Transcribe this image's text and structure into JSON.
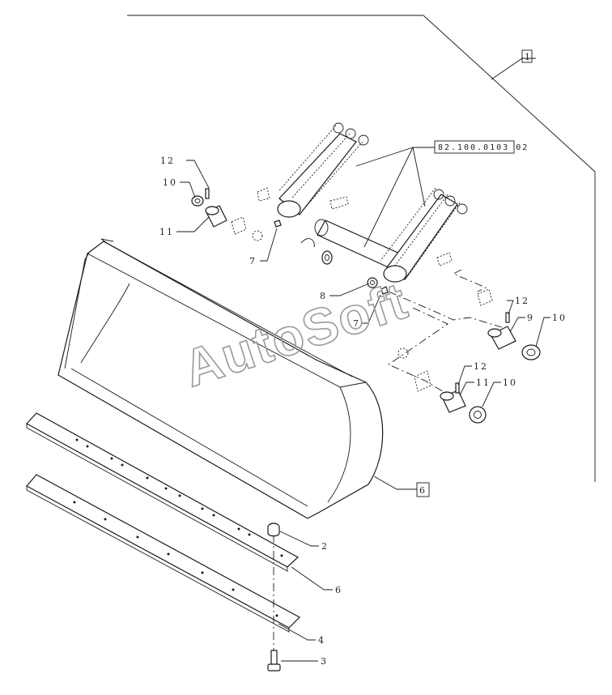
{
  "diagram": {
    "watermark": "AutoSoft",
    "reference_box": "82.100.0103 02",
    "callouts": [
      {
        "id": "box-1",
        "text": "1",
        "boxed": true
      },
      {
        "id": "box-6",
        "text": "6",
        "boxed": true
      },
      {
        "id": "c12a",
        "text": "12"
      },
      {
        "id": "c10a",
        "text": "10"
      },
      {
        "id": "c11a",
        "text": "11"
      },
      {
        "id": "c7a",
        "text": "7"
      },
      {
        "id": "c8",
        "text": "8"
      },
      {
        "id": "c7b",
        "text": "7"
      },
      {
        "id": "c12b",
        "text": "12"
      },
      {
        "id": "c9",
        "text": "9"
      },
      {
        "id": "c10b",
        "text": "10"
      },
      {
        "id": "c12c",
        "text": "12"
      },
      {
        "id": "c11b",
        "text": "11"
      },
      {
        "id": "c10c",
        "text": "10"
      },
      {
        "id": "c2",
        "text": "2"
      },
      {
        "id": "c6",
        "text": "6"
      },
      {
        "id": "c4",
        "text": "4"
      },
      {
        "id": "c3",
        "text": "3"
      }
    ]
  }
}
